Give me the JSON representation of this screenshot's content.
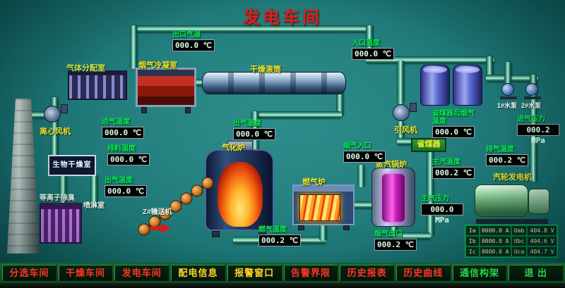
{
  "title": "发电车间",
  "equipment": {
    "gas_dist_room": "气体分配室",
    "flue_condenser": "烟气冷凝室",
    "drying_drum": "干燥滚筒",
    "centrifugal_fan": "离心风机",
    "bio_drying_room": "生物干燥室",
    "plasma_deodor": "等离子除臭",
    "spray_room": "喷淋室",
    "conveyor": "Z#输送机",
    "gasifier": "气化炉",
    "gas_furnace": "燃气炉",
    "steam_boiler": "蒸汽锅炉",
    "economizer": "省煤器",
    "induced_fan": "引风机",
    "turbine_generator": "汽轮发电机",
    "pump1": "1#水泵",
    "pump2": "2#水泵"
  },
  "gauges": {
    "outlet_gas_temp": {
      "label": "出口气温",
      "value": "000.0 ℃"
    },
    "inlet_temp": {
      "label": "入口温度",
      "value": "000.0 ℃"
    },
    "intake_temp": {
      "label": "进气温度",
      "value": "000.0 ℃"
    },
    "discharge_temp": {
      "label": "排料温度",
      "value": "000.0 ℃"
    },
    "outgas_temp_left": {
      "label": "出气温度",
      "value": "000.0 ℃"
    },
    "outgas_temp_center": {
      "label": "出气温度",
      "value": "000.0 ℃"
    },
    "fuel_gas_temp": {
      "label": "燃气温度",
      "value": "000.2 ℃"
    },
    "flue_gas_inlet": {
      "label": "烟气入口",
      "value": "000.0 ℃"
    },
    "flue_gas_outlet": {
      "label": "烟气出口",
      "value": "000.2 ℃"
    },
    "econ_outlet_temp": {
      "label": "省煤器后烟气温度",
      "value": "000.0 ℃"
    },
    "main_steam_temp": {
      "label": "主汽温度",
      "value": "000.2 ℃"
    },
    "main_steam_pressure": {
      "label": "主汽压力",
      "value": "000.0 MPa"
    },
    "exhaust_temp": {
      "label": "排气温度",
      "value": "000.2 ℃"
    },
    "intake_pressure": {
      "label": "进气压力",
      "value": "000.2 MPa"
    }
  },
  "generator_panel": {
    "rows": [
      [
        "Ia",
        "0000.0 A",
        "Uab",
        "404.8 V"
      ],
      [
        "Ib",
        "0000.0 A",
        "Ubc",
        "404.6 V"
      ],
      [
        "Ic",
        "0000.0 A",
        "Uca",
        "404.7 V"
      ]
    ]
  },
  "nav": {
    "buttons": [
      {
        "label": "分选车间",
        "color": "#ff3526"
      },
      {
        "label": "干燥车间",
        "color": "#ff3526"
      },
      {
        "label": "发电车间",
        "color": "#ff3526"
      },
      {
        "label": "配电信息",
        "color": "#ffd428"
      },
      {
        "label": "报警窗口",
        "color": "#ffd428"
      },
      {
        "label": "告警界限",
        "color": "#ff3526"
      },
      {
        "label": "历史报表",
        "color": "#ff3526"
      },
      {
        "label": "历史曲线",
        "color": "#ff3526"
      },
      {
        "label": "通信构架",
        "color": "#28d44a"
      },
      {
        "label": "退 出",
        "color": "#28d44a"
      }
    ]
  }
}
